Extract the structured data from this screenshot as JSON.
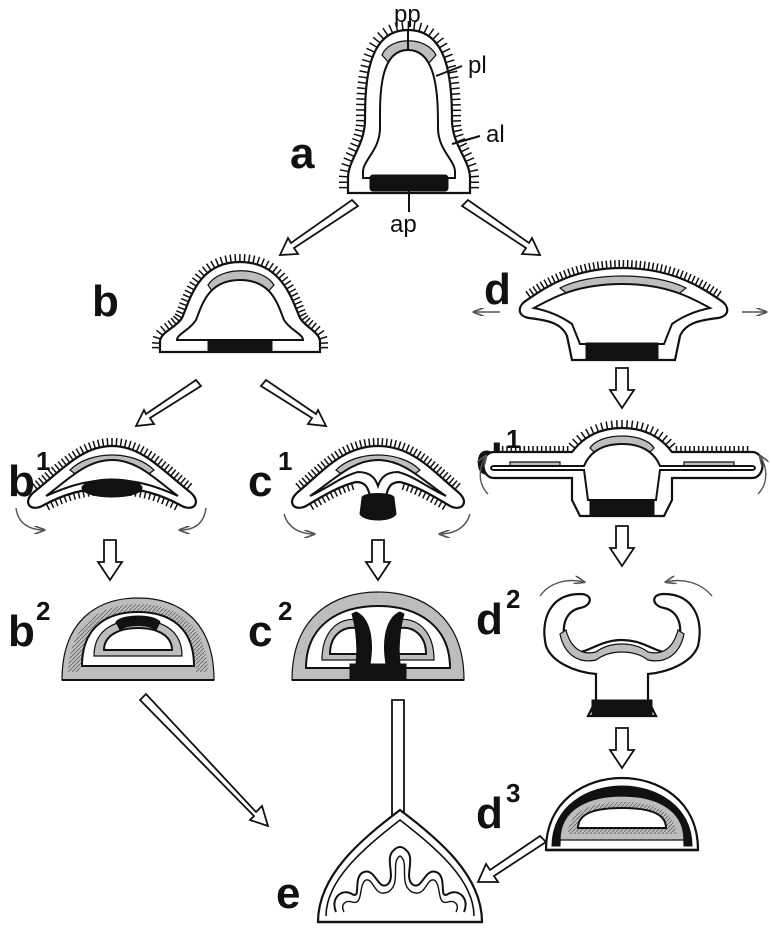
{
  "stages": {
    "a": "a",
    "b": "b",
    "b1": {
      "letter": "b",
      "sup": "1"
    },
    "b2": {
      "letter": "b",
      "sup": "2"
    },
    "c1": {
      "letter": "c",
      "sup": "1"
    },
    "c2": {
      "letter": "c",
      "sup": "2"
    },
    "d": "d",
    "d1": {
      "letter": "d",
      "sup": "1"
    },
    "d2": {
      "letter": "d",
      "sup": "2"
    },
    "d3": {
      "letter": "d",
      "sup": "3"
    },
    "e": "e"
  },
  "regions": {
    "pp": "pp",
    "pl": "pl",
    "al": "al",
    "ap": "ap"
  },
  "colors": {
    "line": "#111111",
    "grey_region": "#bdbdbd",
    "dark_region": "#111111",
    "background": "#ffffff"
  }
}
